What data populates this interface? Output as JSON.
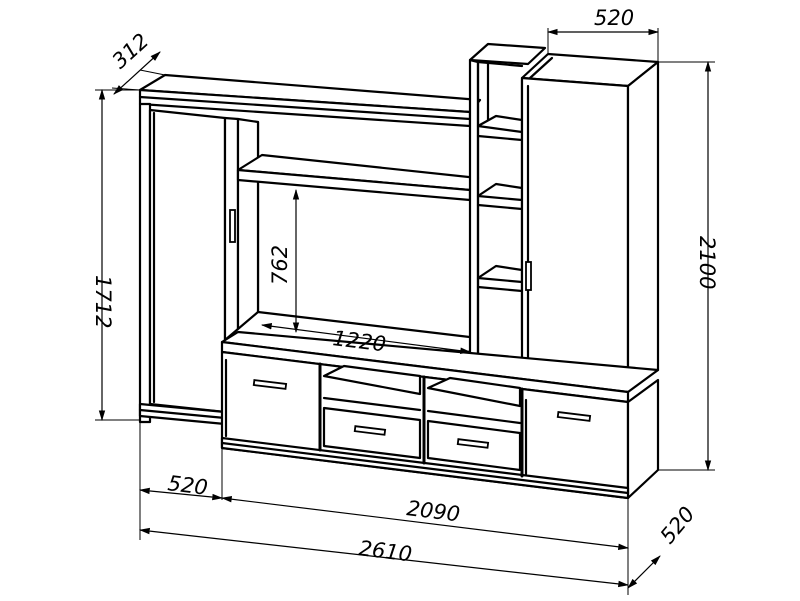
{
  "dimensions": {
    "top_depth": "312",
    "tower_width": "520",
    "left_height": "1712",
    "niche_height": "762",
    "niche_width": "1220",
    "total_height": "2100",
    "left_width": "520",
    "base_width": "2090",
    "total_width": "2610",
    "depth": "520"
  }
}
